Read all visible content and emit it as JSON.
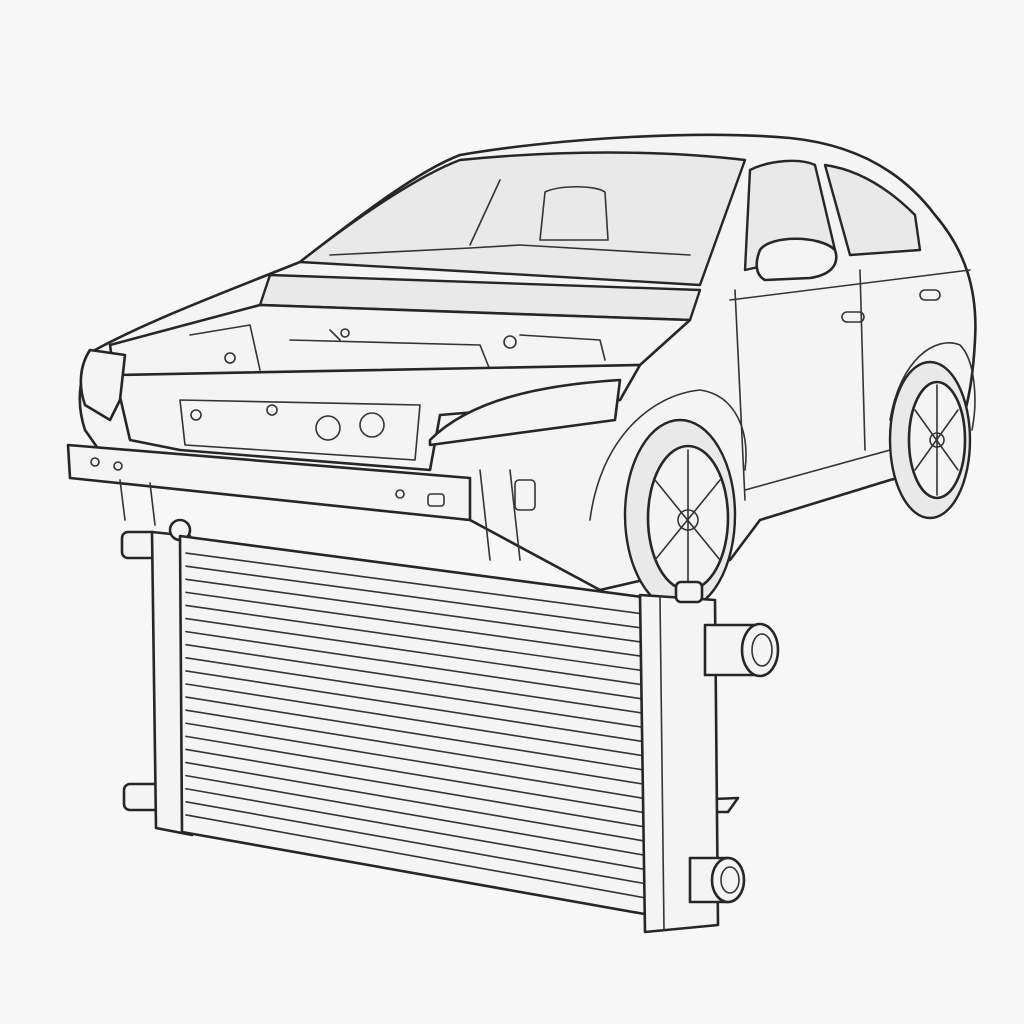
{
  "illustration": {
    "style": "line-art",
    "subjects": [
      "car-front-stripped",
      "radiator"
    ],
    "colors": {
      "background": "#f7f7f7",
      "line": "#262626",
      "fill_light": "#f4f4f4",
      "fill_shade": "#e9e9e9"
    }
  }
}
